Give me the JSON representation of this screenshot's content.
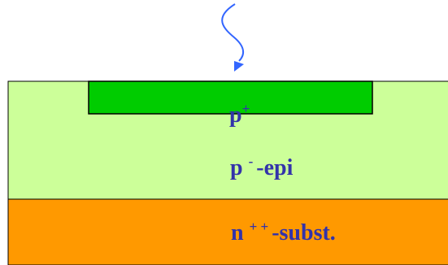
{
  "colors": {
    "background": "#ffffff",
    "epi_layer": "#ccff99",
    "implant": "#00cc00",
    "substrate": "#ff9900",
    "outline": "#000000",
    "label_text": "#3333aa",
    "light_arrow": "#3366ff"
  },
  "implant_label": {
    "base": "p",
    "superscript": "+"
  },
  "epi_label": {
    "base": "p",
    "superscript": "-",
    "rest": "-epi"
  },
  "substrate_label": {
    "base": "n",
    "superscript": "+ +",
    "rest": "-subst."
  }
}
